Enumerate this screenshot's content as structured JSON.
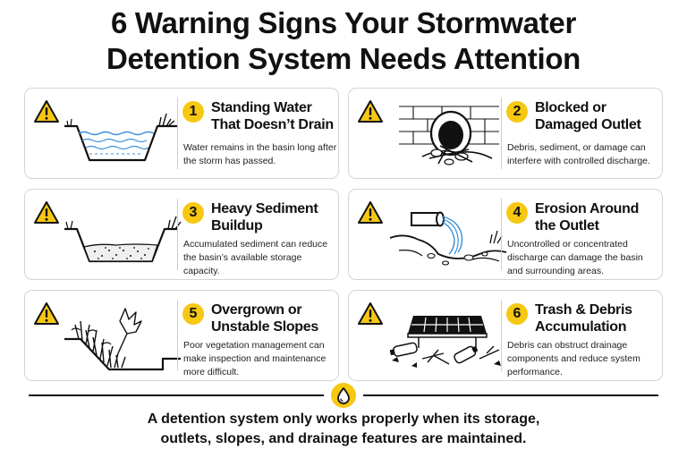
{
  "title": {
    "line1": "6 Warning Signs Your Stormwater",
    "line2": "Detention System Needs Attention"
  },
  "colors": {
    "accent": "#f7c812",
    "ink": "#111111",
    "water": "#3b8fd9",
    "border": "#d4d4d4"
  },
  "cards": [
    {
      "number": "1",
      "title_lines": [
        "Standing Water",
        "That Doesn’t Drain"
      ],
      "description": "Water remains in the basin long after the storm has passed.",
      "icon": "warning-icon",
      "illustration": "basin-standing-water"
    },
    {
      "number": "2",
      "title_lines": [
        "Blocked or",
        "Damaged Outlet"
      ],
      "description": "Debris, sediment, or damage can interfere with controlled discharge.",
      "icon": "warning-icon",
      "illustration": "blocked-culvert"
    },
    {
      "number": "3",
      "title_lines": [
        "Heavy Sediment",
        "Buildup"
      ],
      "description": "Accumulated sediment can reduce the basin’s available storage capacity.",
      "icon": "warning-icon",
      "illustration": "basin-sediment"
    },
    {
      "number": "4",
      "title_lines": [
        "Erosion Around",
        "the Outlet"
      ],
      "description": "Uncontrolled or concentrated discharge can damage the basin and surrounding areas.",
      "icon": "warning-icon",
      "illustration": "outlet-erosion"
    },
    {
      "number": "5",
      "title_lines": [
        "Overgrown or",
        "Unstable Slopes"
      ],
      "description": "Poor vegetation management can make inspection and maintenance more difficult.",
      "icon": "warning-icon",
      "illustration": "overgrown-slope"
    },
    {
      "number": "6",
      "title_lines": [
        "Trash & Debris",
        "Accumulation"
      ],
      "description": "Debris can obstruct drainage components and reduce system performance.",
      "icon": "warning-icon",
      "illustration": "trash-grate"
    }
  ],
  "footer": {
    "icon": "water-drop-icon",
    "line1": "A detention system only works properly when its storage,",
    "line2": "outlets, slopes, and drainage features are maintained."
  }
}
